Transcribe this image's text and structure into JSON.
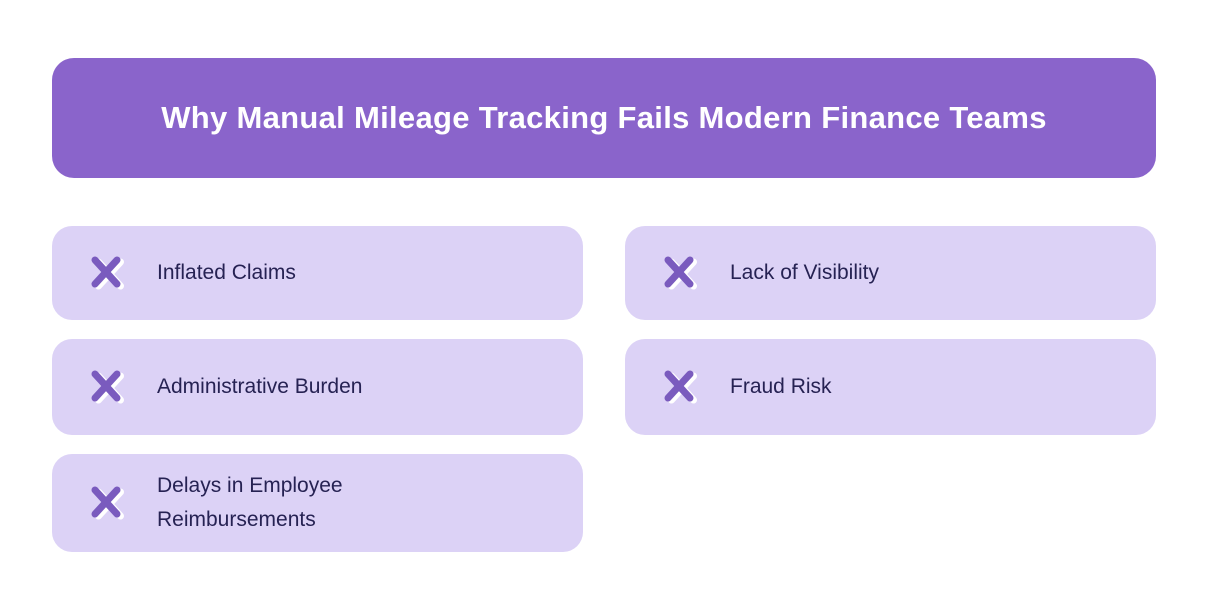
{
  "header": {
    "title": "Why Manual Mileage Tracking Fails Modern Finance Teams"
  },
  "cards": [
    {
      "label": "Inflated Claims",
      "icon": "x-cross"
    },
    {
      "label": "Lack of Visibility",
      "icon": "x-cross"
    },
    {
      "label": "Administrative Burden",
      "icon": "x-cross"
    },
    {
      "label": "Fraud Risk",
      "icon": "x-cross"
    },
    {
      "label": "Delays in Employee Reimbursements",
      "icon": "x-cross"
    }
  ],
  "colors": {
    "page_background": "#ffffff",
    "header_background": "#8a64cb",
    "header_text": "#ffffff",
    "card_background": "#dcd2f6",
    "card_text": "#262253",
    "icon_purple": "#7a5bbe",
    "icon_highlight": "#ffffff"
  }
}
